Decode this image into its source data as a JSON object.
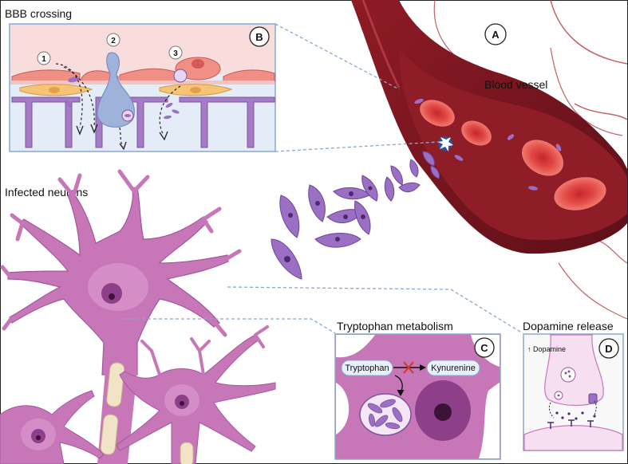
{
  "labels": {
    "bbb_crossing": "BBB crossing",
    "blood_vessel": "Blood vessel",
    "infected_neurons": "Infected neurons",
    "tryptophan_metabolism": "Tryptophan metabolism",
    "dopamine_release": "Dopamine release"
  },
  "panels": {
    "a": "A",
    "b": "B",
    "c": "C",
    "d": "D"
  },
  "bbb_steps": [
    "1",
    "2",
    "3"
  ],
  "pathway": {
    "substrate": "Tryptophan",
    "product": "Kynurenine"
  },
  "dopamine_note": "↑ Dopamine",
  "colors": {
    "vessel_dark": "#7a1420",
    "vessel_mid": "#a3202c",
    "rbc": "#e24a46",
    "parasite": "#9b6fc4",
    "neuron": "#c777b8",
    "panel_border": "#8aa7cf"
  }
}
